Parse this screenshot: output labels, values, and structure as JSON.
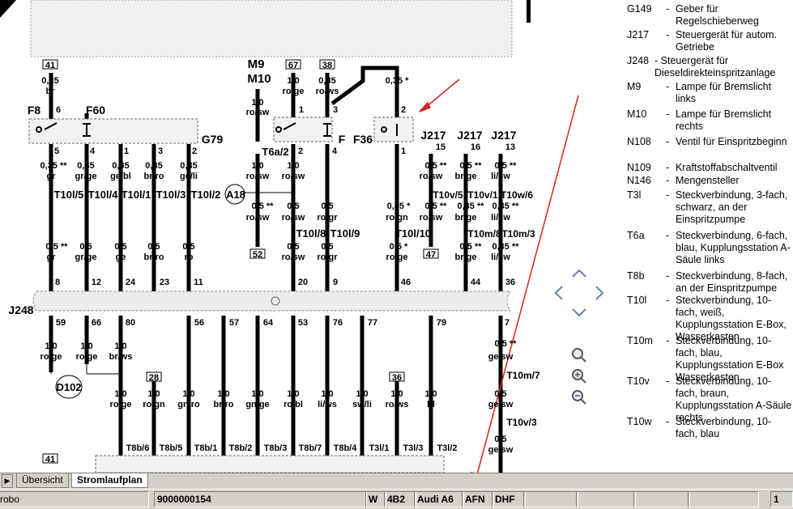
{
  "diagram": {
    "wires_top": [
      {
        "pin": "41",
        "size": "0,35",
        "color": "br"
      },
      {
        "pin": "M9"
      },
      {
        "pin": "M10"
      },
      {
        "pin": "67",
        "size": "1,0",
        "color": "ro/ge"
      },
      {
        "pin": "38",
        "size": "0,35",
        "color": "ro/ws"
      },
      {
        "size": "0,35 *"
      }
    ],
    "components": {
      "f8": "F8",
      "f60": "F60",
      "g79": "G79",
      "f": "F",
      "f36": "F36",
      "a18": "A18",
      "j248": "J248",
      "d102": "D102",
      "j217a": "J217",
      "j217b": "J217",
      "j217c": "J217"
    },
    "connectors": {
      "t10l5": "T10l/5",
      "t10l4": "T10l/4",
      "t10l1": "T10l/1",
      "t10l3": "T10l/3",
      "t10l2": "T10l/2",
      "t6a2": "T6a/2",
      "t10l8": "T10l/8",
      "t10l9": "T10l/9",
      "t10l10": "T10l/10",
      "t10v5": "T10v/5",
      "t10v1": "T10v/1",
      "t10w6": "T10w/6",
      "t10m8": "T10m/8",
      "t10m3": "T10m/3",
      "t10m7": "T10m/7",
      "t10v3": "T10v/3",
      "t8b6": "T8b/6",
      "t8b5": "T8b/5",
      "t8b1": "T8b/1",
      "t8b2": "T8b/2",
      "t8b3": "T8b/3",
      "t8b7": "T8b/7",
      "t8b4": "T8b/4",
      "t3l1": "T3l/1",
      "t3l3": "T3l/3",
      "t3l2": "T3l/2"
    },
    "boxed_labels": [
      "41",
      "67",
      "38",
      "52",
      "47",
      "28",
      "36",
      "41"
    ],
    "col_a": [
      {
        "pin_top": "5",
        "size": "0,35 **",
        "color": "gr",
        "size2": "0,5 **",
        "color2": "gr",
        "pin_bot": "8"
      },
      {
        "pin_top": "4",
        "size": "0,35",
        "color": "gr/ge",
        "size2": "0,5",
        "color2": "gr/ge",
        "pin_bot": "12"
      },
      {
        "pin_top": "1",
        "size": "0,35",
        "color": "ge/bl",
        "size2": "0,5",
        "color2": "ge",
        "pin_bot": "24"
      },
      {
        "pin_top": "3",
        "size": "0,35",
        "color": "br/ro",
        "size2": "0,5",
        "color2": "br/ro",
        "pin_bot": "23"
      },
      {
        "pin_top": "2",
        "size": "0,35",
        "color": "ge/li",
        "size2": "0,5",
        "color2": "ro",
        "pin_bot": "11"
      }
    ],
    "mid": {
      "m_size": "1,0",
      "m_color": "ro/sw",
      "m_size2": "0,5 **",
      "m_color2": "ro/sw",
      "c2_top": "1",
      "c2_pin": "2",
      "c2_size": "1,0",
      "c2_color": "ro/sw",
      "c2_size2": "0,5",
      "c2_color2": "ro/sw",
      "c2_size3": "0,5",
      "c2_color3": "ro/sw",
      "c2_bot": "20",
      "c3_top": "3",
      "c3_pin": "4",
      "c3_size": "0,5",
      "c3_color": "ro/gr",
      "c3_size2": "0,5",
      "c3_color2": "ro/gr",
      "c3_bot": "9",
      "c4_top": "2",
      "c4_pin": "1",
      "c4_size": "0,35 *",
      "c4_color": "ro/gn",
      "c4_size2": "0,5 *",
      "c4_color2": "ro/ge",
      "c4_bot": "46"
    },
    "right_cols": [
      {
        "pin": "15",
        "s1": "0,5 **",
        "c1": "ro/sw",
        "s2": "0,5 **",
        "c2": "ro/sw"
      },
      {
        "pin": "16",
        "s1": "0,5 **",
        "c1": "br/ge",
        "s2": "0,35 **",
        "c2": "br/ge",
        "s3": "0,5 **",
        "c3": "br/ge",
        "bot": "44"
      },
      {
        "pin": "13",
        "s1": "0,5 **",
        "c1": "li/sw",
        "s2": "0,35 **",
        "c2": "li/sw",
        "s3": "0,35 **",
        "c3": "li/sw",
        "bot": "36"
      }
    ],
    "lower_wires": [
      {
        "pin": "59",
        "size": "1,0",
        "color": "ro/ge"
      },
      {
        "pin": "66",
        "size": "1,0",
        "color": "ro/ge"
      },
      {
        "pin": "80",
        "size": "1,0",
        "color": "br/ws",
        "size2": "1,0",
        "color2": "ro/ge"
      },
      {
        "pin": "56",
        "size": "1,0",
        "color": "gn/ro"
      },
      {
        "pin": "57",
        "size": "1,0",
        "color": "br/ro"
      },
      {
        "pin": "64",
        "size": "1,0",
        "color": "gn/ge"
      },
      {
        "pin": "53",
        "size": "1,0",
        "color": "ro/bl"
      },
      {
        "pin": "76",
        "size": "1,0",
        "color": "li/ws"
      },
      {
        "pin": "77",
        "size": "1,0",
        "color": "sw/li"
      },
      {
        "pin": "79",
        "size": "1,0",
        "color": "bl"
      }
    ],
    "extra_lower": {
      "w28_size": "1,0",
      "w28_color": "ro/gn",
      "w36_size": "1,0",
      "w36_color": "ro/ws",
      "r7": "7",
      "r7_size": "0,5 **",
      "r7_color": "ge/sw",
      "r7_size2": "0,5",
      "r7_color2": "ge/sw",
      "r7_size3": "0,5",
      "r7_color3": "ge/sw"
    },
    "accent_red": "#e02020"
  },
  "legend": [
    {
      "code": "G149",
      "desc": "Geber für Regelschieberweg",
      "dash": true
    },
    {
      "code": "J217",
      "desc": "Steuergerät für autom. Getriebe",
      "dash": true
    },
    {
      "code": "J248",
      "desc": "- Steuergerät für Dieseldirekteinspritzanlage",
      "dash": false
    },
    {
      "code": "M9",
      "desc": "Lampe für Bremslicht links",
      "dash": true
    },
    {
      "code": "M10",
      "desc": "Lampe für Bremslicht rechts",
      "dash": true
    },
    {
      "code": "N108",
      "desc": "Ventil für Einspritzbeginn",
      "dash": true
    },
    {
      "code": "N109",
      "desc": "Kraftstoffabschaltventil",
      "dash": true
    },
    {
      "code": "N146",
      "desc": "Mengensteller",
      "dash": true
    },
    {
      "code": "T3l",
      "desc": "Steckverbindung, 3-fach, schwarz, an der Einspritzpumpe",
      "dash": true
    },
    {
      "code": "T6a",
      "desc": "Steckverbindung, 6-fach, blau, Kupplungsstation A-Säule links",
      "dash": true
    },
    {
      "code": "T8b",
      "desc": "Steckverbindung, 8-fach, an der Einspritzpumpe",
      "dash": true
    },
    {
      "code": "T10l",
      "desc": "Steckverbindung, 10-fach, weiß, Kupplungsstation E-Box, Wasserkasten",
      "dash": true
    },
    {
      "code": "T10m",
      "desc": "Steckverbindung, 10-fach, blau, Kupplungsstation E-Box Wasserkasten",
      "dash": true
    },
    {
      "code": "T10v",
      "desc": "Steckverbindung, 10-fach, braun, Kupplungsstation A-Säule rechts",
      "dash": true
    },
    {
      "code": "T10w",
      "desc": "Steckverbindung, 10-fach, blau",
      "dash": true
    }
  ],
  "tabs": [
    {
      "label": "Übersicht"
    },
    {
      "label": "Stromlaufplan"
    }
  ],
  "status": {
    "left": "robo",
    "code": "9000000154",
    "w": "W",
    "model_code": "4B2",
    "model": "Audi A6",
    "engine": "AFN",
    "gearbox": "DHF",
    "page": "1"
  }
}
